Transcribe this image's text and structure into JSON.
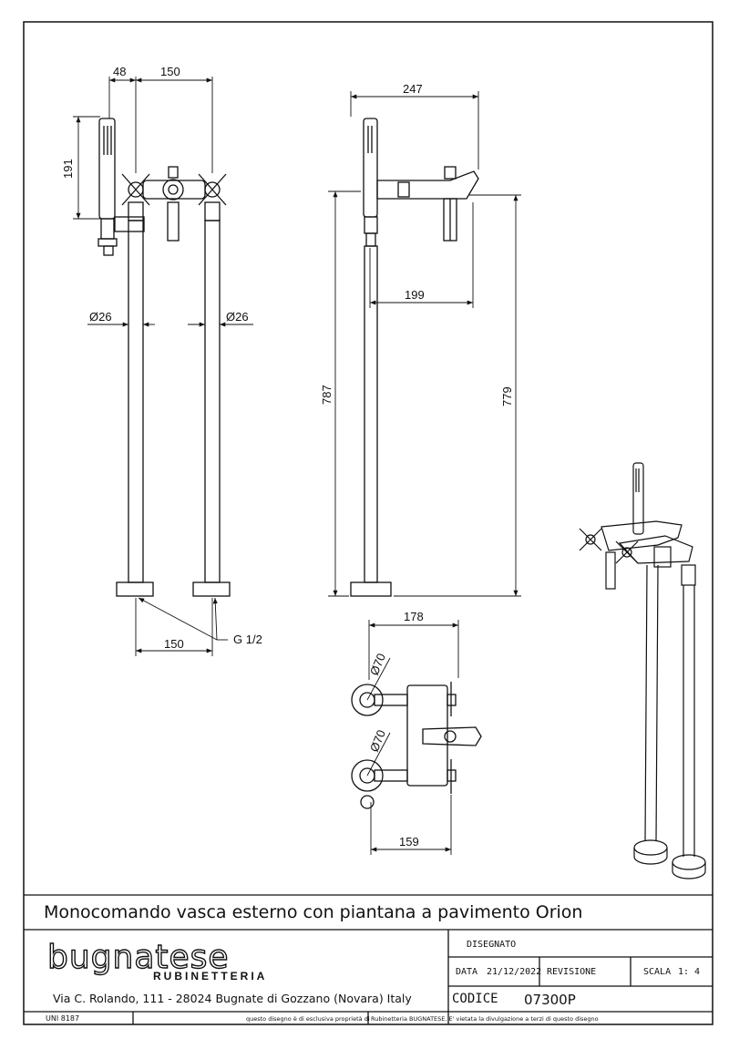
{
  "dimensions": {
    "front_top_48": "48",
    "front_top_150": "150",
    "front_191": "191",
    "front_dia_left": "Ø26",
    "front_dia_right": "Ø26",
    "front_bottom_150": "150",
    "thread": "G 1/2",
    "side_247": "247",
    "side_199": "199",
    "side_787": "787",
    "side_779": "779",
    "top_178": "178",
    "top_dia_upper": "Ø70",
    "top_dia_lower": "Ø70",
    "top_159": "159"
  },
  "title_block": {
    "title": "Monocomando vasca esterno con piantana a pavimento Orion",
    "brand": "bugnatese",
    "brand_sub": "RUBINETTERIA",
    "address": "Via C. Rolando, 111 - 28024 Bugnate di Gozzano (Novara) Italy",
    "disegnato_label": "DISEGNATO",
    "data_label": "DATA",
    "data_value": "21/12/2022",
    "revisione_label": "REVISIONE",
    "scala_label": "SCALA",
    "scala_value": "1: 4",
    "codice_label": "CODICE",
    "codice_value": "07300P",
    "uni": "UNI 8187",
    "notice_left": "questo disegno è di esclusiva proprietà di",
    "notice_right": "Rubinetteria BUGNATESE. E' vietata la divulgazione a terzi di questo disegno"
  }
}
